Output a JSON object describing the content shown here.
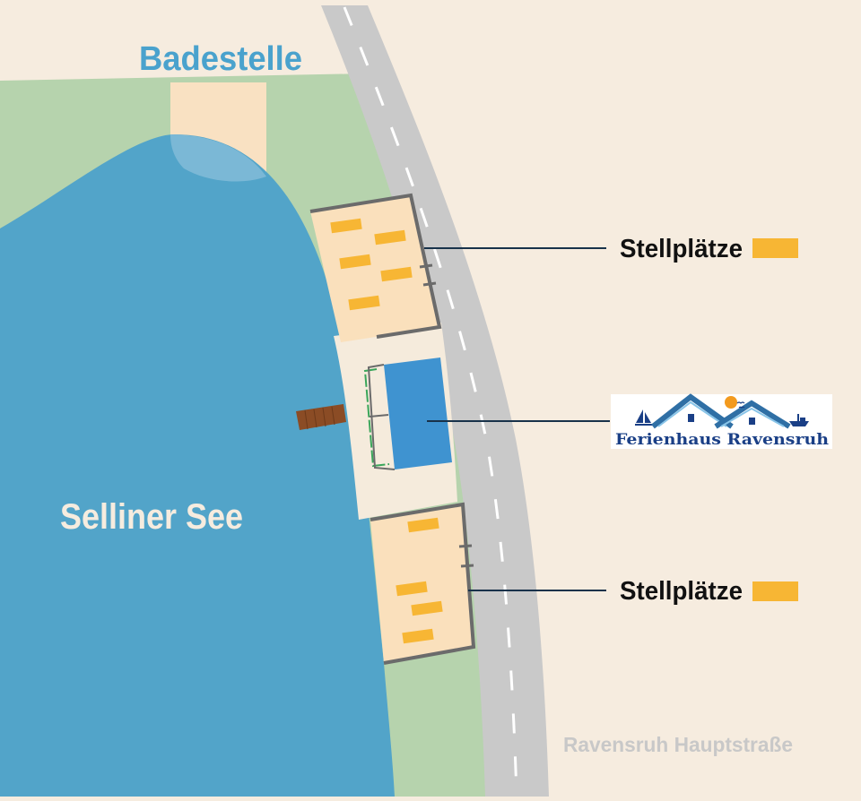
{
  "labels": {
    "beach": "Badestelle",
    "lake": "Selliner See",
    "parking_top": "Stellplätze",
    "parking_bottom": "Stellplätze",
    "road": "Ravensruh Hauptstraße"
  },
  "logo": {
    "text": "Ferienhaus Ravensruh",
    "icons": [
      "sailboat-icon",
      "house-roof-icon",
      "sun-icon",
      "birds-icon",
      "fishing-boat-icon"
    ]
  },
  "colors": {
    "background": "#f6ecdf",
    "grass": "#b6d3ad",
    "lake": "#52a4c9",
    "road": "#c9c9c9",
    "beach": "#f9e1c2",
    "parking_area": "#fae0bc",
    "parking_slot": "#f7b634",
    "building": "#3f93d0",
    "fence": "#6b6b6b",
    "pier": "#8b4c25",
    "beach_label": "#4aa2cd",
    "label_dark": "#111111",
    "leader_line": "#18324a",
    "road_label": "#c8c8c8",
    "logo_blue": "#2f6fa5",
    "logo_text": "#1a3f86"
  }
}
